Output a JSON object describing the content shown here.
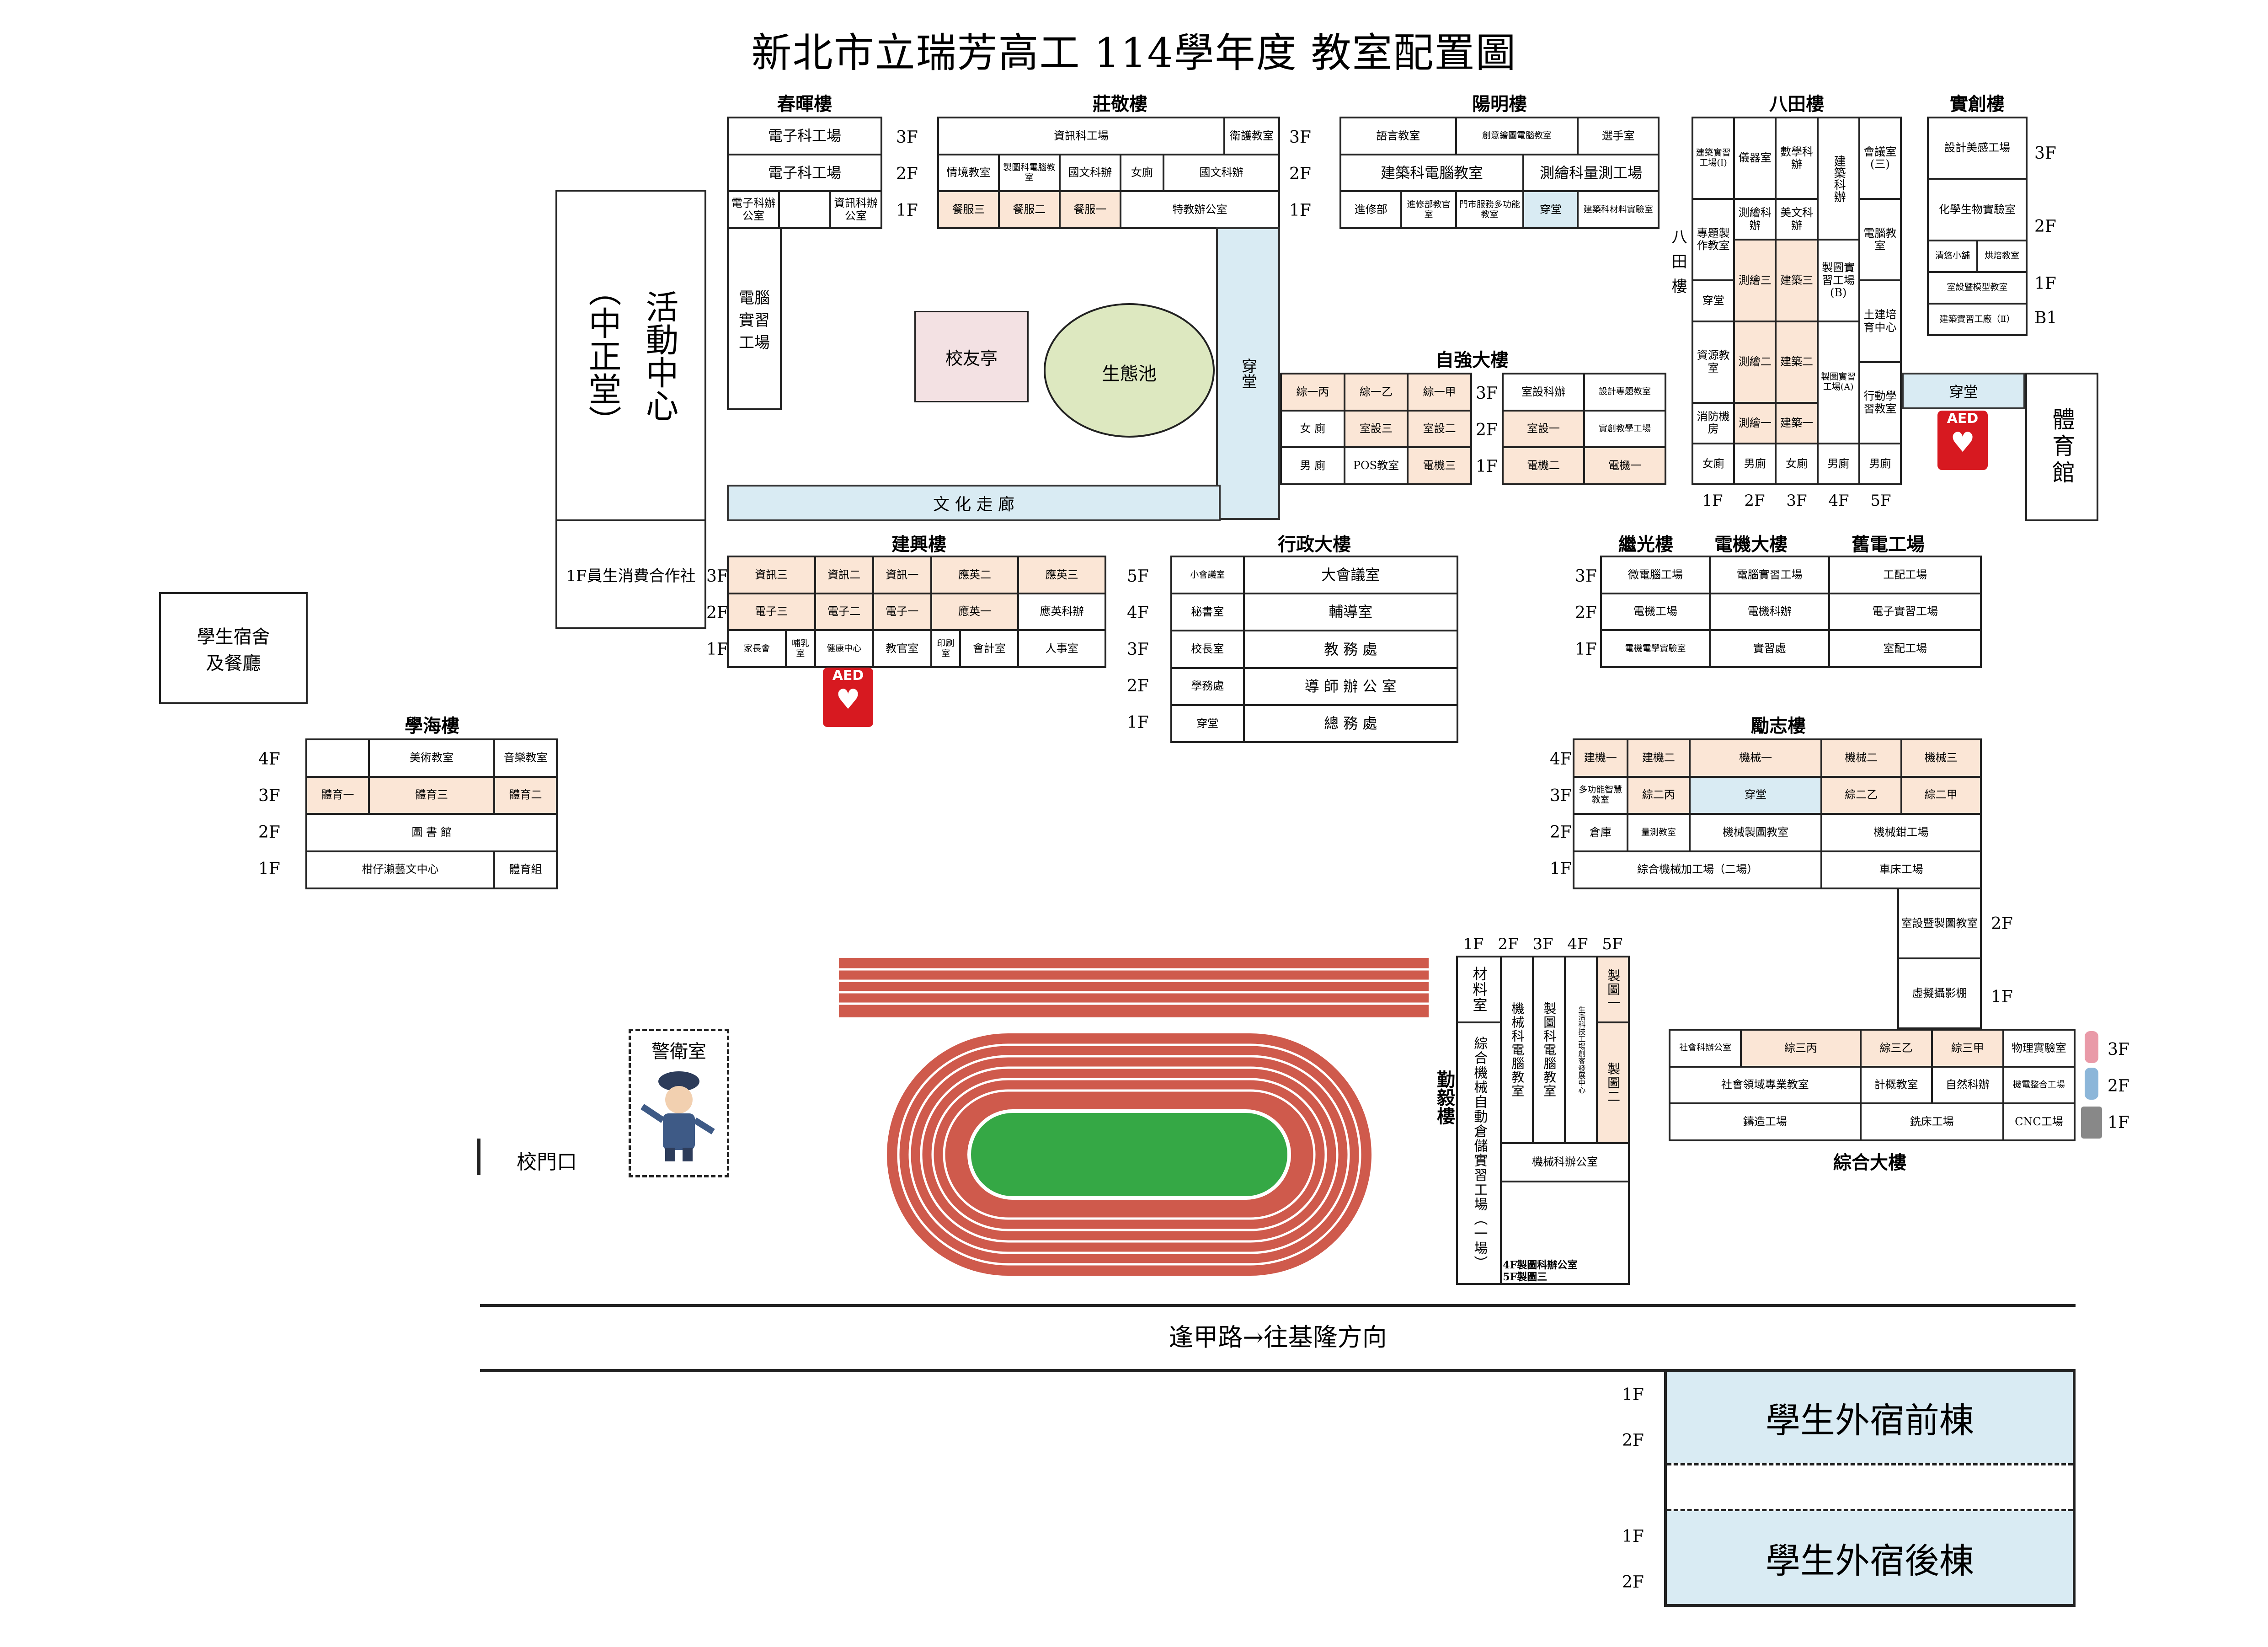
{
  "title": "新北市立瑞芳高工 114學年度 教室配置圖",
  "colors": {
    "practice": "#fbe6d6",
    "corridor": "#d9ebf3",
    "pavilion": "#f3e1e3",
    "pond": "#dde8c0",
    "track": "#cf5a4c",
    "field": "#35a845",
    "aed": "#d71920"
  },
  "chunhui": {
    "name": "春暉樓",
    "floors": [
      "3F",
      "2F",
      "1F"
    ],
    "r3": "電子科工場",
    "r2": "電子科工場",
    "r1a": "電子科辦公室",
    "r1b": "資訊科辦公室",
    "side": "電腦實習工場"
  },
  "zhuangjing": {
    "name": "莊敬樓",
    "r3a": "資訊科工場",
    "r3b": "衛護教室",
    "r2": [
      "情境教室",
      "製圖科電腦教室",
      "國文科辦",
      "女廁",
      "國文科辦"
    ],
    "r1": [
      "餐服三",
      "餐服二",
      "餐服一",
      "特教辦公室"
    ]
  },
  "yangming": {
    "name": "陽明樓",
    "floors": [
      "3F",
      "2F",
      "1F"
    ],
    "r3": [
      "語言教室",
      "創意繪圖電腦教室",
      "選手室"
    ],
    "r2": [
      "建築科電腦教室",
      "測繪科量測工場"
    ],
    "r1": [
      "進修部",
      "進修部教官室",
      "門市服務多功能教室",
      "穿堂",
      "建築科材料實驗室"
    ]
  },
  "passage": "穿堂",
  "pavilion": "校友亭",
  "pond": "生態池",
  "corridor": "文 化 走 廊",
  "activity": {
    "name": "活動中心",
    "sub": "（中正堂）",
    "coop": "1F員生消費合作社"
  },
  "ziqiang": {
    "name": "自強大樓",
    "floors": [
      "3F",
      "2F",
      "1F"
    ],
    "left": [
      [
        "綜一丙",
        "綜一乙",
        "綜一甲"
      ],
      [
        "女 廁",
        "室設三",
        "室設二"
      ],
      [
        "男 廁",
        "POS教室",
        "電機三"
      ]
    ],
    "right": [
      [
        "室設科辦",
        "設計專題教室"
      ],
      [
        "室設一",
        "實創教學工場"
      ],
      [
        "電機二",
        "電機一"
      ]
    ]
  },
  "batian": {
    "name": "八田樓",
    "side": "八田樓",
    "c1": [
      "建築實習工場(Ⅰ)",
      "專題製作教室",
      "穿堂",
      "資源教室",
      "消防機房",
      "女廁"
    ],
    "c2": [
      "儀器室",
      "測繪科辦",
      "測繪三",
      "測繪二",
      "測繪一",
      "男廁"
    ],
    "c3": [
      "數學科辦",
      "美文科辦",
      "建築三",
      "建築二",
      "建築一",
      "女廁"
    ],
    "c4": [
      "建築科辦",
      "製圖實習工場(B)",
      "製圖實習工場(A)",
      "男廁"
    ],
    "c5": [
      "會議室(三)",
      "電腦教室",
      "土建培育中心",
      "行動學習教室",
      "男廁"
    ],
    "floors": [
      "1F",
      "2F",
      "3F",
      "4F",
      "5F"
    ]
  },
  "shichuang": {
    "name": "實創樓",
    "floors": [
      "3F",
      "2F",
      "1F",
      "B1"
    ],
    "r3": "設計美感工場",
    "r2": "化學生物實驗室",
    "r1a": "清悠小舖",
    "r1b": "烘焙教室",
    "rb1": "室設暨模型教室",
    "rb1b": "建築實習工廠（Ⅱ）",
    "pass": "穿堂"
  },
  "gym": "體育館",
  "aed": "AED",
  "jianxing": {
    "name": "建興樓",
    "floors": [
      "3F",
      "2F",
      "1F"
    ],
    "r3": [
      "資訊三",
      "資訊二",
      "資訊一",
      "應英二",
      "應英三"
    ],
    "r2": [
      "電子三",
      "電子二",
      "電子一",
      "應英一",
      "應英科辦"
    ],
    "r1": [
      "家長會",
      "哺乳室",
      "健康中心",
      "教官室",
      "印刷室",
      "會計室",
      "人事室"
    ]
  },
  "admin": {
    "name": "行政大樓",
    "floors": [
      "5F",
      "4F",
      "3F",
      "2F",
      "1F"
    ],
    "rows": [
      [
        "小會議室",
        "大會議室"
      ],
      [
        "秘書室",
        "輔導室"
      ],
      [
        "校長室",
        "教 務 處"
      ],
      [
        "學務處",
        "導 師 辦 公 室"
      ],
      [
        "穿堂",
        "總 務 處"
      ]
    ]
  },
  "jiguang": {
    "names": [
      "繼光樓",
      "電機大樓",
      "舊電工場"
    ],
    "floors": [
      "3F",
      "2F",
      "1F"
    ],
    "rows": [
      [
        "微電腦工場",
        "電腦實習工場",
        "工配工場"
      ],
      [
        "電機工場",
        "電機科辦",
        "電子實習工場"
      ],
      [
        "電機電學實驗室",
        "實習處",
        "室配工場"
      ]
    ]
  },
  "dorm": {
    "line1": "學生宿舍",
    "line2": "及餐廳"
  },
  "xuehai": {
    "name": "學海樓",
    "floors": [
      "4F",
      "3F",
      "2F",
      "1F"
    ],
    "r4": [
      "",
      "美術教室",
      "音樂教室"
    ],
    "r3": [
      "體育一",
      "體育三",
      "體育二"
    ],
    "r2": "圖 書 館",
    "r1": [
      "柑仔瀨藝文中心",
      "體育組"
    ]
  },
  "lizhi": {
    "name": "勵志樓",
    "floors": [
      "4F",
      "3F",
      "2F",
      "1F"
    ],
    "r4": [
      "建機一",
      "建機二",
      "機械一",
      "機械二",
      "機械三"
    ],
    "r3": [
      "多功能智慧教室",
      "綜二丙",
      "穿堂",
      "綜二乙",
      "綜二甲"
    ],
    "r2": [
      "倉庫",
      "量測教室",
      "機械製圖教室",
      "機械鉗工場"
    ],
    "r1": [
      "綜合機械加工場（二場）",
      "車床工場"
    ]
  },
  "zonghe": {
    "name": "綜合大樓",
    "floors": [
      "2F",
      "1F",
      "3F",
      "2F",
      "1F"
    ],
    "upper2": "室設暨製圖教室",
    "upper1": "虛擬攝影棚",
    "r3": [
      "社會科辦公室",
      "綜三丙",
      "綜三乙",
      "綜三甲",
      "物理實驗室"
    ],
    "r2": [
      "社會領域專業教室",
      "計概教室",
      "自然科辦",
      "機電整合工場"
    ],
    "r1": [
      "鑄造工場",
      "銑床工場",
      "CNC工場"
    ]
  },
  "qinyi": {
    "name": "勤毅樓",
    "floors": [
      "1F",
      "2F",
      "3F",
      "4F",
      "5F"
    ],
    "c1a": "材料室",
    "c1b": "綜合機械自動倉儲實習工場（一場）",
    "c2": "機械科電腦教室",
    "c3": "製圖科電腦教室",
    "c4": "生活科技工場創客發展中心",
    "c5a": "製圖一",
    "c5b": "製圖二",
    "office": "機械科辦公室",
    "note1": "4F製圖科辦公室",
    "note2": "5F製圖三"
  },
  "guard": "警衛室",
  "gate": "校門口",
  "road": "逢甲路→往基隆方向",
  "ext_dorm": {
    "front": "學生外宿前棟",
    "back": "學生外宿後棟",
    "floors": [
      "1F",
      "2F",
      "1F",
      "2F"
    ]
  }
}
